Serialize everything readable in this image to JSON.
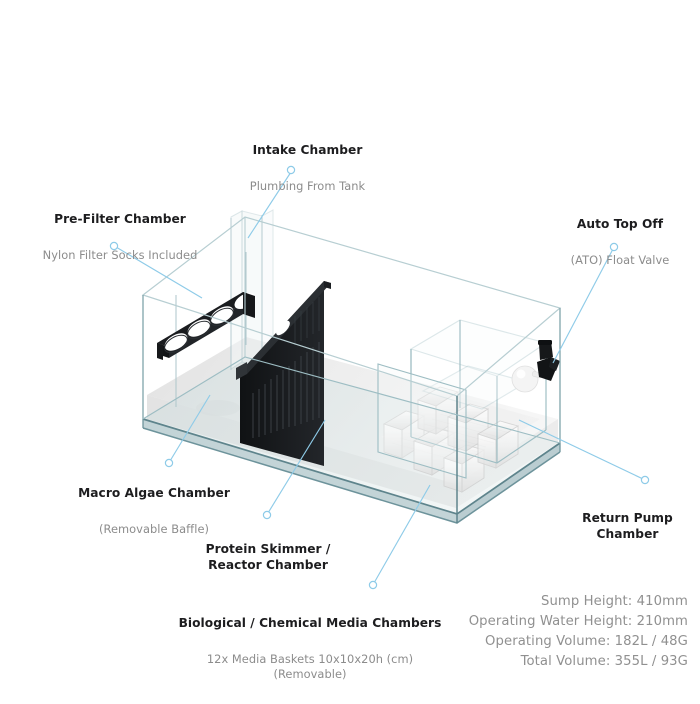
{
  "diagram": {
    "title_semantic": "aquarium-sump-isometric-diagram",
    "colors": {
      "glass_edge": "#5e848c",
      "glass_edge_light": "#9fc0c6",
      "leader_line": "#8ecbe8",
      "baffle_black": "#16181a",
      "water_light": "#f2f2f2",
      "water_mid": "#e3e3e3",
      "title_text": "#1d1d1f",
      "sub_text": "#8c8c8c",
      "spec_text": "#909090",
      "background": "#ffffff"
    }
  },
  "callouts": [
    {
      "id": "intake-chamber",
      "title": "Intake Chamber",
      "subtitle": "Plumbing From Tank"
    },
    {
      "id": "pre-filter-chamber",
      "title": "Pre-Filter Chamber",
      "subtitle": "Nylon Filter Socks Included"
    },
    {
      "id": "auto-top-off",
      "title": "Auto Top Off",
      "subtitle": "(ATO) Float Valve"
    },
    {
      "id": "macro-algae-chamber",
      "title": "Macro Algae Chamber",
      "subtitle": "(Removable Baffle)"
    },
    {
      "id": "protein-skimmer-chamber",
      "title": "Protein Skimmer /\nReactor Chamber",
      "subtitle": ""
    },
    {
      "id": "return-pump-chamber",
      "title": "Return Pump\nChamber",
      "subtitle": ""
    },
    {
      "id": "media-chambers",
      "title": "Biological / Chemical Media Chambers",
      "subtitle": "12x Media Baskets 10x10x20h (cm)\n(Removable)"
    }
  ],
  "specs": {
    "sump_height": "Sump Height: 410mm",
    "operating_water_height": "Operating Water Height: 210mm",
    "operating_volume": "Operating Volume: 182L / 48G",
    "total_volume": "Total Volume: 355L / 93G"
  },
  "components": {
    "filter_sock_rack": "filter-sock-rack",
    "sock_holes": 4,
    "baffle": "removable-black-baffle",
    "baffle_handle_slot": "handle-slot",
    "ato_float_valve": "ato-float-valve",
    "float_ball": "float-ball",
    "media_baskets": "media-basket-grid",
    "return_pump_box": "return-pump-chamber-box",
    "water_surface": "operating-water-surface"
  }
}
